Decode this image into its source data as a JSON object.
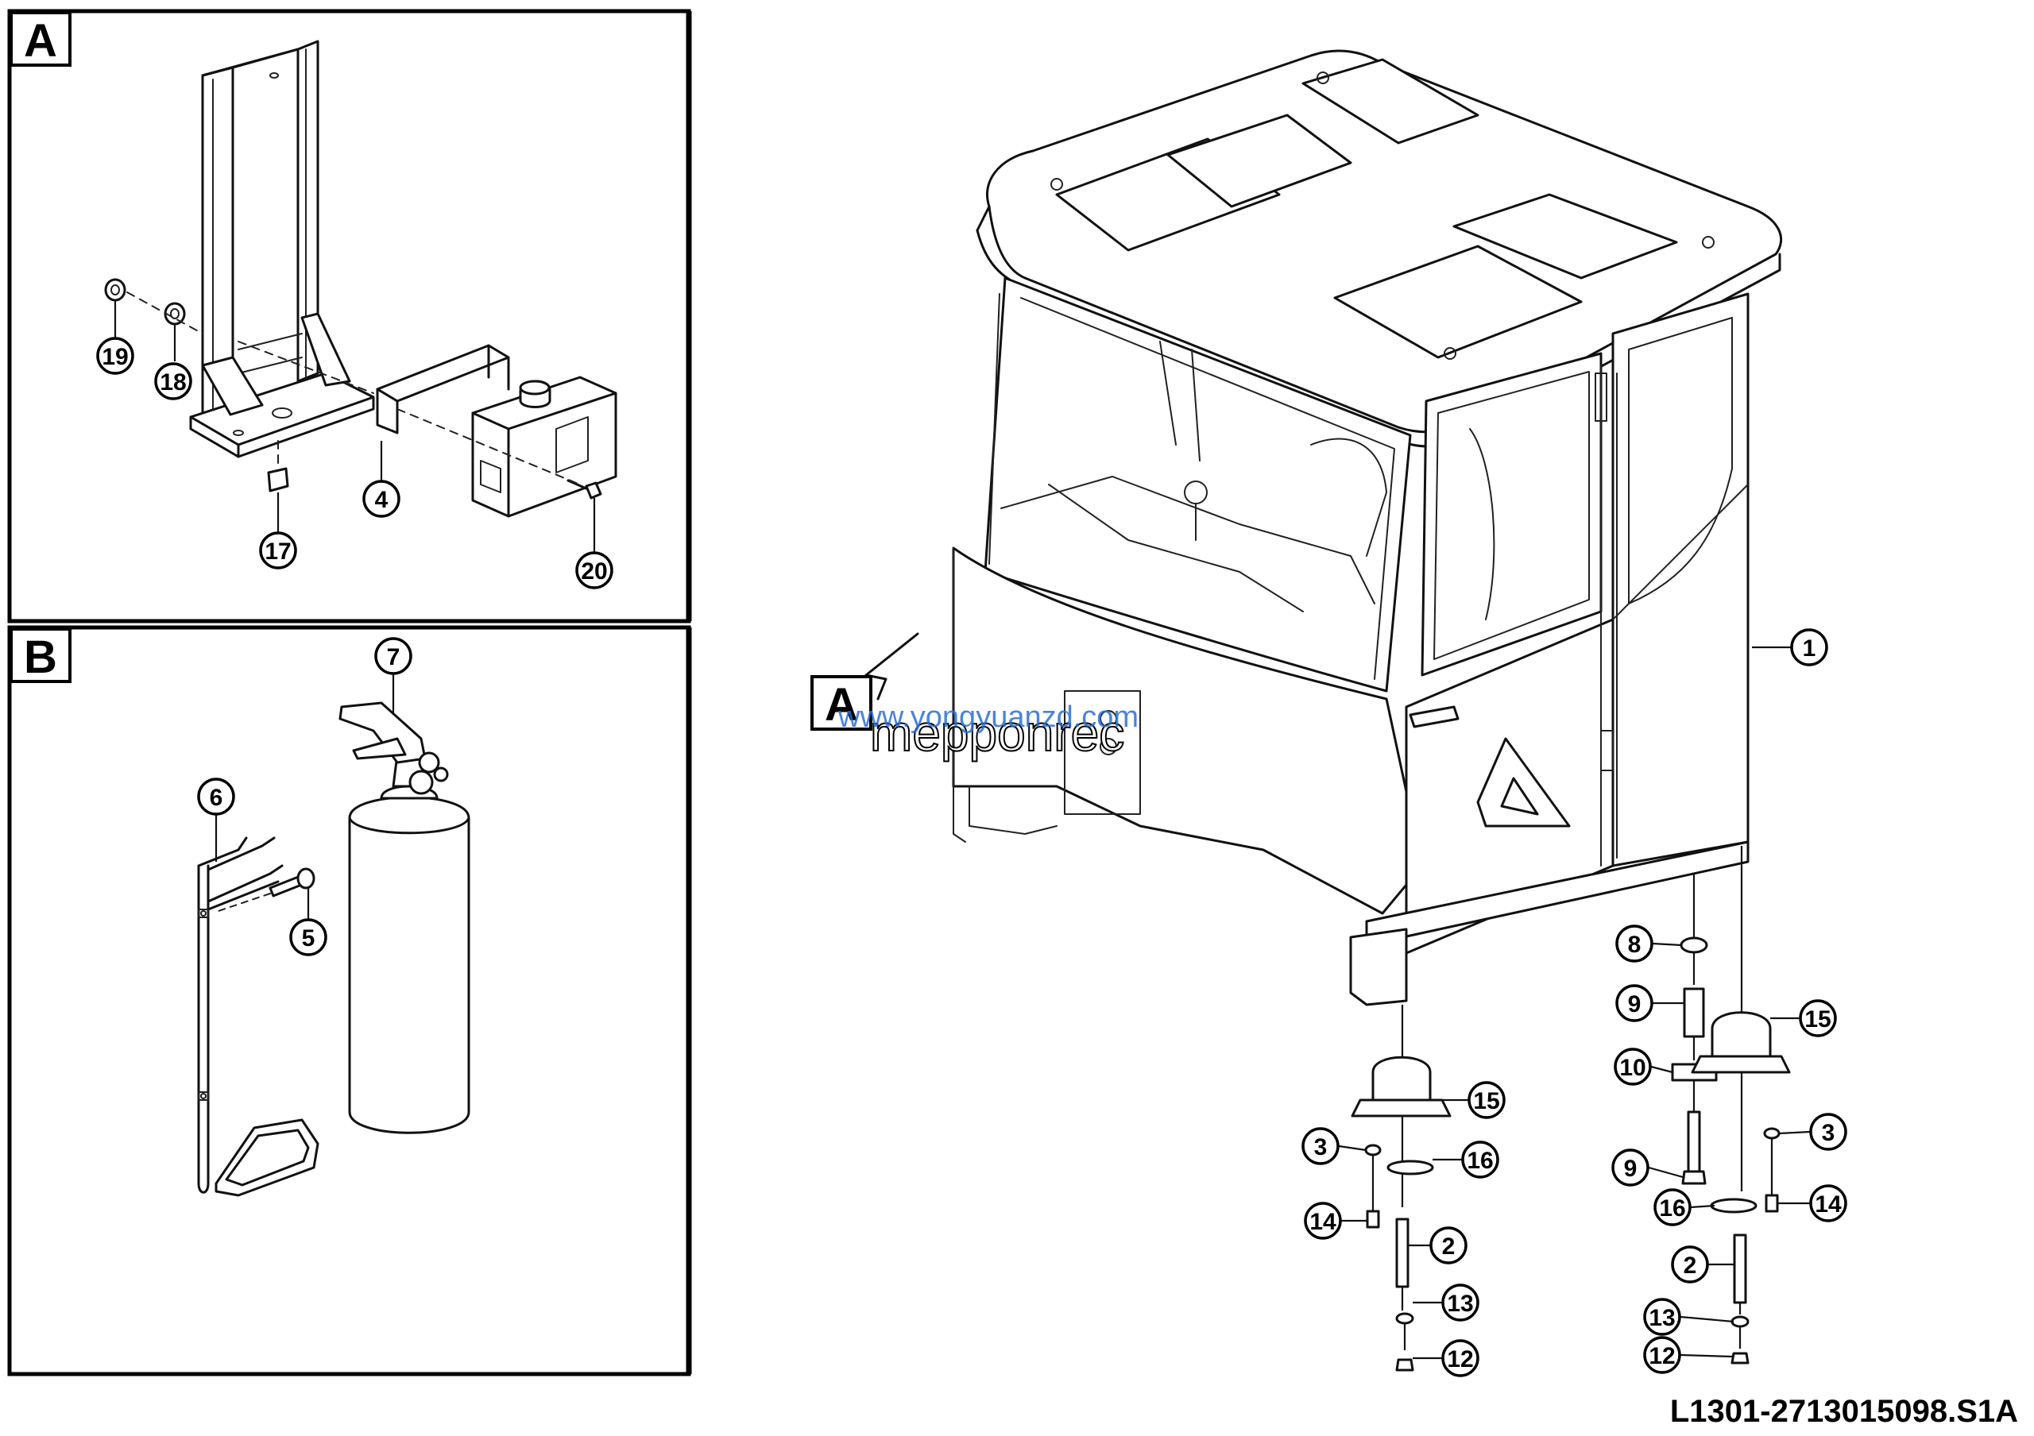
{
  "panels": {
    "a": {
      "letter": "A"
    },
    "b": {
      "letter": "B"
    }
  },
  "view_flag": {
    "letter": "A"
  },
  "watermark": {
    "url": "www.yongyuanzd.com",
    "text": "mepponrec"
  },
  "drawing_number": "L1301-2713015098.S1A",
  "callouts": {
    "a": [
      "19",
      "18",
      "4",
      "17",
      "20"
    ],
    "b": [
      "7",
      "6",
      "5"
    ],
    "main": [
      "1",
      "8",
      "9",
      "10",
      "9",
      "15",
      "15",
      "3",
      "3",
      "16",
      "16",
      "14",
      "14",
      "2",
      "2",
      "13",
      "13",
      "12",
      "12"
    ]
  }
}
